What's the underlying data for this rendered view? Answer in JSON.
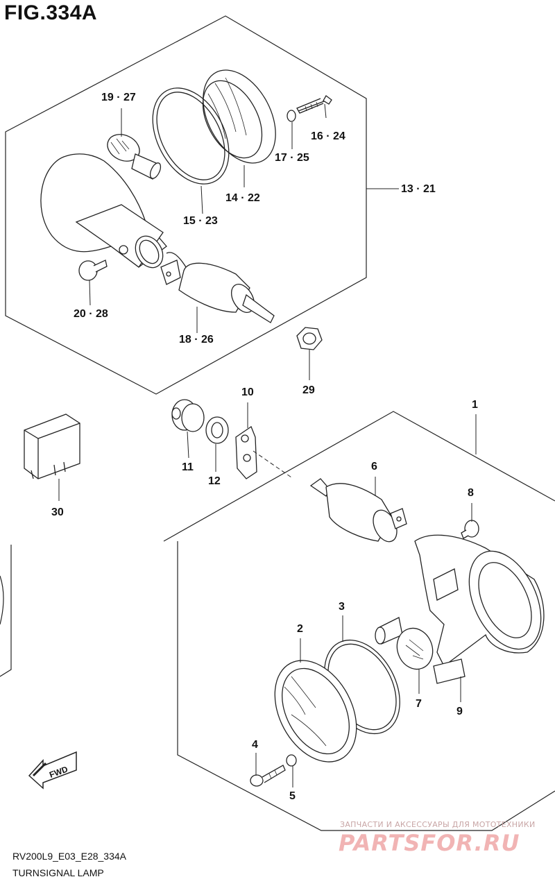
{
  "figure": {
    "title": "FIG.334A",
    "code": "RV200L9_E03_E28_334A",
    "name": "TURNSIGNAL LAMP"
  },
  "callouts": [
    {
      "id": "c-19-27",
      "text": "19 · 27"
    },
    {
      "id": "c-16-24",
      "text": "16 · 24"
    },
    {
      "id": "c-17-25",
      "text": "17 · 25"
    },
    {
      "id": "c-13-21",
      "text": "13 · 21"
    },
    {
      "id": "c-14-22",
      "text": "14 · 22"
    },
    {
      "id": "c-15-23",
      "text": "15 · 23"
    },
    {
      "id": "c-20-28",
      "text": "20 · 28"
    },
    {
      "id": "c-18-26",
      "text": "18 · 26"
    },
    {
      "id": "c-29",
      "text": "29"
    },
    {
      "id": "c-10",
      "text": "10"
    },
    {
      "id": "c-1",
      "text": "1"
    },
    {
      "id": "c-11",
      "text": "11"
    },
    {
      "id": "c-12",
      "text": "12"
    },
    {
      "id": "c-30",
      "text": "30"
    },
    {
      "id": "c-6",
      "text": "6"
    },
    {
      "id": "c-8",
      "text": "8"
    },
    {
      "id": "c-3",
      "text": "3"
    },
    {
      "id": "c-2",
      "text": "2"
    },
    {
      "id": "c-7",
      "text": "7"
    },
    {
      "id": "c-9",
      "text": "9"
    },
    {
      "id": "c-4",
      "text": "4"
    },
    {
      "id": "c-5",
      "text": "5"
    }
  ],
  "fwd_badge": "FWD",
  "watermark": {
    "caption": "ЗАПЧАСТИ И АКСЕССУАРЫ ДЛЯ МОТОТЕХНИКИ",
    "logo": "PARTSFOR.RU",
    "color": "#f1b4b4"
  },
  "colors": {
    "line": "#222222",
    "background": "#ffffff"
  }
}
